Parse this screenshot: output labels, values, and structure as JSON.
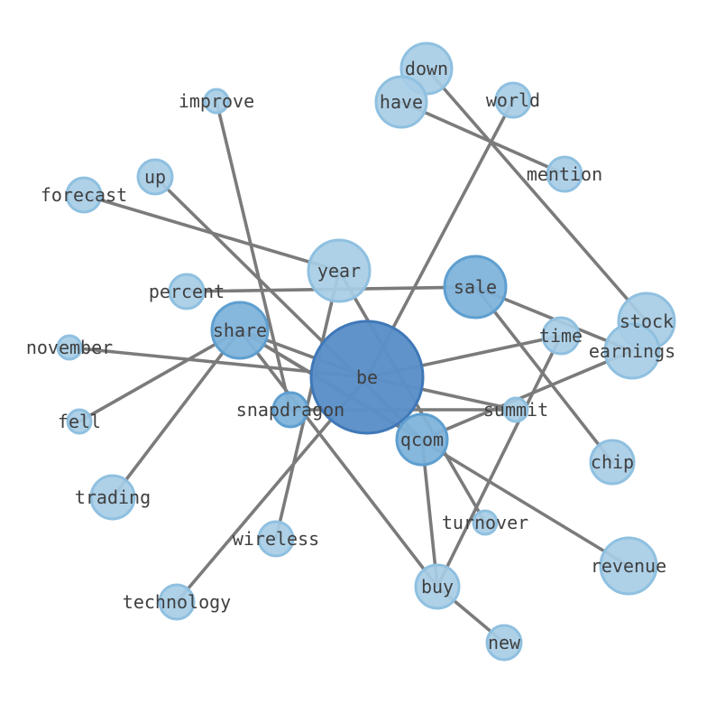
{
  "graph": {
    "colors": {
      "edge": "#7b7b7b",
      "label": "#3f3f3f",
      "node_light_fill": "#a7cde6",
      "node_light_stroke": "#8fc0e0",
      "node_mid_fill": "#7fb3da",
      "node_mid_stroke": "#5e9fd0",
      "node_dark_fill": "#5b8fc7",
      "node_dark_stroke": "#3f78b8"
    },
    "nodes": [
      {
        "id": "be",
        "label": "be",
        "tone": "dark"
      },
      {
        "id": "share",
        "label": "share",
        "tone": "mid"
      },
      {
        "id": "sale",
        "label": "sale",
        "tone": "mid"
      },
      {
        "id": "qcom",
        "label": "qcom",
        "tone": "mid"
      },
      {
        "id": "snapdragon",
        "label": "snapdragon",
        "tone": "mid"
      },
      {
        "id": "year",
        "label": "year",
        "tone": "light"
      },
      {
        "id": "stock",
        "label": "stock",
        "tone": "light"
      },
      {
        "id": "time",
        "label": "time",
        "tone": "light"
      },
      {
        "id": "buy",
        "label": "buy",
        "tone": "light"
      },
      {
        "id": "earnings",
        "label": "earnings",
        "tone": "light"
      },
      {
        "id": "down",
        "label": "down",
        "tone": "light"
      },
      {
        "id": "have",
        "label": "have",
        "tone": "light"
      },
      {
        "id": "world",
        "label": "world",
        "tone": "light"
      },
      {
        "id": "mention",
        "label": "mention",
        "tone": "light"
      },
      {
        "id": "improve",
        "label": "improve",
        "tone": "light"
      },
      {
        "id": "up",
        "label": "up",
        "tone": "light"
      },
      {
        "id": "forecast",
        "label": "forecast",
        "tone": "light"
      },
      {
        "id": "percent",
        "label": "percent",
        "tone": "light"
      },
      {
        "id": "november",
        "label": "november",
        "tone": "light"
      },
      {
        "id": "fell",
        "label": "fell",
        "tone": "light"
      },
      {
        "id": "trading",
        "label": "trading",
        "tone": "light"
      },
      {
        "id": "wireless",
        "label": "wireless",
        "tone": "light"
      },
      {
        "id": "technology",
        "label": "technology",
        "tone": "light"
      },
      {
        "id": "summit",
        "label": "summit",
        "tone": "light"
      },
      {
        "id": "chip",
        "label": "chip",
        "tone": "light"
      },
      {
        "id": "turnover",
        "label": "turnover",
        "tone": "light"
      },
      {
        "id": "revenue",
        "label": "revenue",
        "tone": "light"
      },
      {
        "id": "new",
        "label": "new",
        "tone": "light"
      }
    ],
    "edges": [
      [
        "be",
        "world"
      ],
      [
        "be",
        "technology"
      ],
      [
        "be",
        "time"
      ],
      [
        "be",
        "share"
      ],
      [
        "be",
        "november"
      ],
      [
        "be",
        "summit"
      ],
      [
        "share",
        "fell"
      ],
      [
        "share",
        "trading"
      ],
      [
        "share",
        "qcom"
      ],
      [
        "share",
        "revenue"
      ],
      [
        "share",
        "buy"
      ],
      [
        "sale",
        "percent"
      ],
      [
        "sale",
        "earnings"
      ],
      [
        "sale",
        "chip"
      ],
      [
        "year",
        "forecast"
      ],
      [
        "year",
        "wireless"
      ],
      [
        "year",
        "turnover"
      ],
      [
        "up",
        "qcom"
      ],
      [
        "improve",
        "snapdragon"
      ],
      [
        "down",
        "stock"
      ],
      [
        "have",
        "mention"
      ],
      [
        "qcom",
        "earnings"
      ],
      [
        "qcom",
        "buy"
      ],
      [
        "time",
        "buy"
      ],
      [
        "buy",
        "new"
      ],
      [
        "snapdragon",
        "summit"
      ]
    ]
  }
}
